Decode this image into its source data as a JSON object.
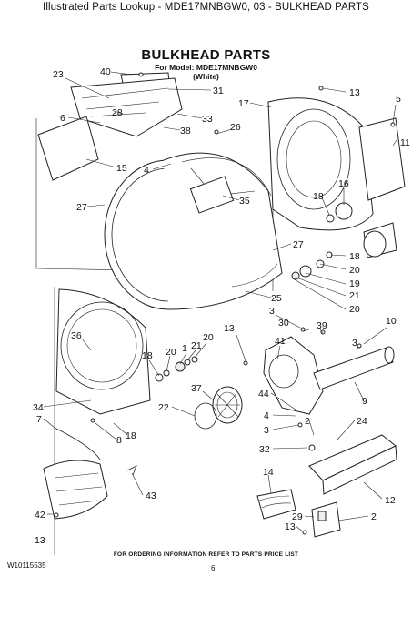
{
  "header": "Illustrated Parts Lookup - MDE17MNBGW0, 03 - BULKHEAD PARTS",
  "title": "BULKHEAD PARTS",
  "model": "For Model: MDE17MNBGW0",
  "color": "(White)",
  "footer_note": "FOR ORDERING INFORMATION REFER TO PARTS PRICE LIST",
  "doc_code": "W10115535",
  "page_number": "6",
  "callouts": [
    "23",
    "40",
    "31",
    "28",
    "6",
    "33",
    "38",
    "15",
    "26",
    "4",
    "27",
    "35",
    "13",
    "17",
    "5",
    "11",
    "16",
    "18",
    "27",
    "18",
    "20",
    "19",
    "21",
    "20",
    "25",
    "13",
    "30",
    "39",
    "3",
    "10",
    "36",
    "18",
    "20",
    "1",
    "21",
    "20",
    "41",
    "3",
    "37",
    "22",
    "9",
    "44",
    "2",
    "24",
    "4",
    "3",
    "34",
    "7",
    "8",
    "18",
    "32",
    "14",
    "12",
    "43",
    "42",
    "29",
    "2",
    "13",
    "13"
  ]
}
